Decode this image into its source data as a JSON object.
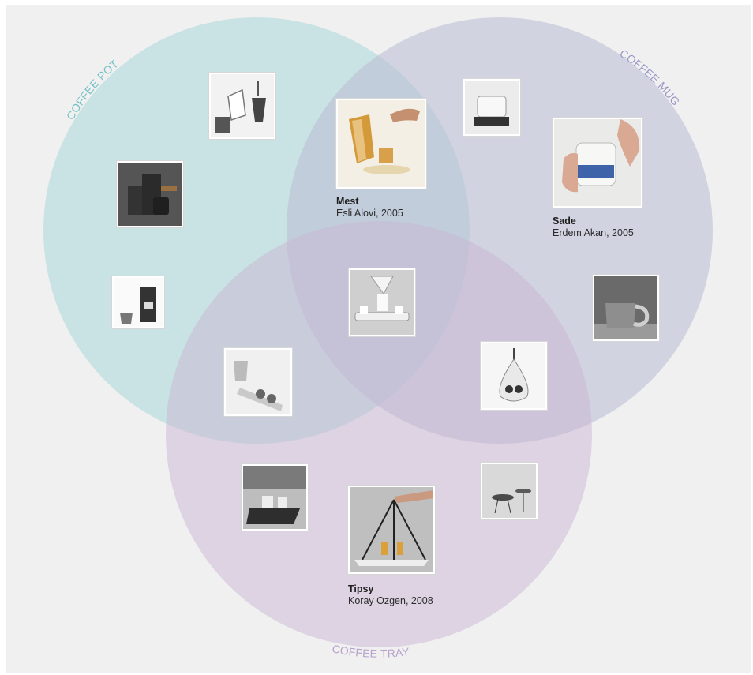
{
  "circles": [
    {
      "id": "pot",
      "label": "COFFEE POT",
      "fill": "#a9d7d9",
      "text_color": "#74c2c5"
    },
    {
      "id": "mug",
      "label": "COFFEE MUG",
      "fill": "#b9bcd6",
      "text_color": "#9b97c9"
    },
    {
      "id": "tray",
      "label": "COFFEE TRAY",
      "fill": "#c9b6d3",
      "text_color": "#b8a2cc"
    }
  ],
  "captions": {
    "mest": {
      "name": "Mest",
      "author": "Esli Alovi, 2005"
    },
    "sade": {
      "name": "Sade",
      "author": "Erdem Akan, 2005"
    },
    "tipsy": {
      "name": "Tipsy",
      "author": "Koray Ozgen, 2008"
    }
  },
  "icons": [
    "pour-over-photo",
    "espresso-maker-photo",
    "coffee-machine-photo",
    "mest-pot-photo",
    "mug-on-stand-photo",
    "sade-mug-photo",
    "pot-and-tray-set-photo",
    "handled-cup-photo",
    "pot-on-tray-photo",
    "pear-cruet-photo",
    "serving-tray-photo",
    "side-tables-photo",
    "tipsy-tray-photo"
  ]
}
